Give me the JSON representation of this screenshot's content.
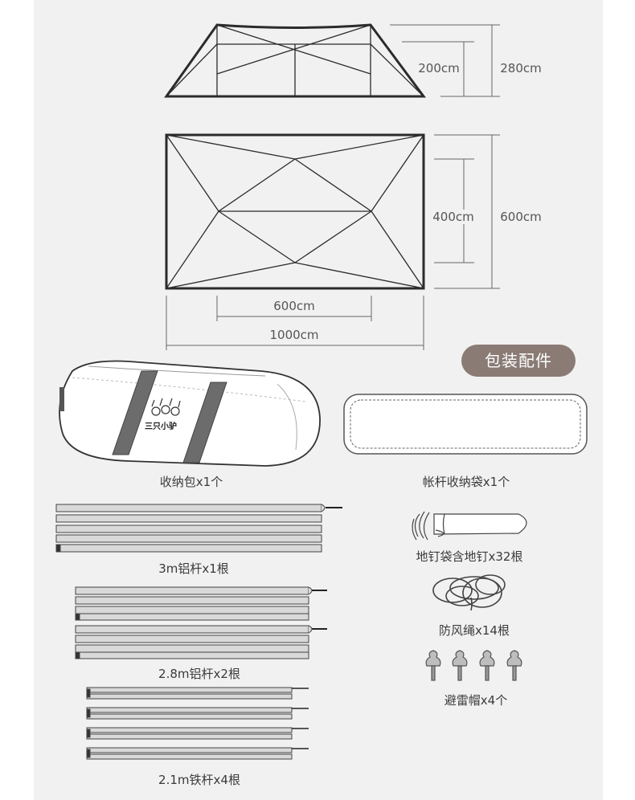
{
  "dimensions": {
    "side_inner_height": "200cm",
    "side_outer_height": "280cm",
    "top_inner_height": "400cm",
    "top_outer_height": "600cm",
    "inner_width": "600cm",
    "outer_width": "1000cm"
  },
  "section_badge": "包装配件",
  "brand_logo_text": "三只小驴",
  "accessories": {
    "storage_bag": "收纳包x1个",
    "pole_bag": "帐杆收纳袋x1个",
    "pole_3m": "3m铝杆x1根",
    "stake_bag": "地钉袋含地钉x32根",
    "pole_28m": "2.8m铝杆x2根",
    "wind_rope": "防风绳x14根",
    "pole_21m": "2.1m铁杆x4根",
    "lightning_cap": "避雷帽x4个"
  },
  "colors": {
    "page_bg": "#f1f1f1",
    "line": "#2b2b2b",
    "badge_bg": "#8a7b74",
    "pole_fill": "#d9d9d9",
    "strap": "#6c6c6c"
  }
}
